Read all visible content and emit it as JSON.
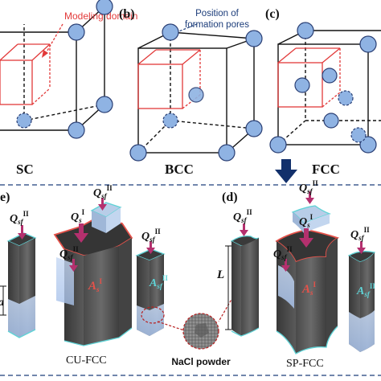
{
  "panels": {
    "a": {
      "letter": "",
      "label": "SC",
      "annotation": "Modeling domain"
    },
    "b": {
      "letter": "(b)",
      "label": "BCC",
      "annotation_line1": "Position of",
      "annotation_line2": "formation pores"
    },
    "c": {
      "letter": "(c)",
      "label": "FCC"
    },
    "d": {
      "letter": "(d)",
      "label": "SP-FCC"
    },
    "e": {
      "letter": "e)",
      "label": "CU-FCC"
    }
  },
  "symbols": {
    "Q": "Q",
    "A": "A",
    "sub_sf": "sf",
    "sub_s": "s",
    "sup_II": "II",
    "sup_I": "I",
    "a": "a",
    "L": "L"
  },
  "center_label": "NaCl powder",
  "colors": {
    "pore": "#8fb3e3",
    "pore_stroke": "#2a3f74",
    "modeling_domain": "#e23a3a",
    "block": "#565656",
    "block_top": "#3c3c3c",
    "cyan_edge": "#5fd3d6",
    "red_edge": "#e5524a",
    "arrow": "#b4306e",
    "navy_arrow": "#12306b",
    "divider": "#1c3d7a"
  }
}
